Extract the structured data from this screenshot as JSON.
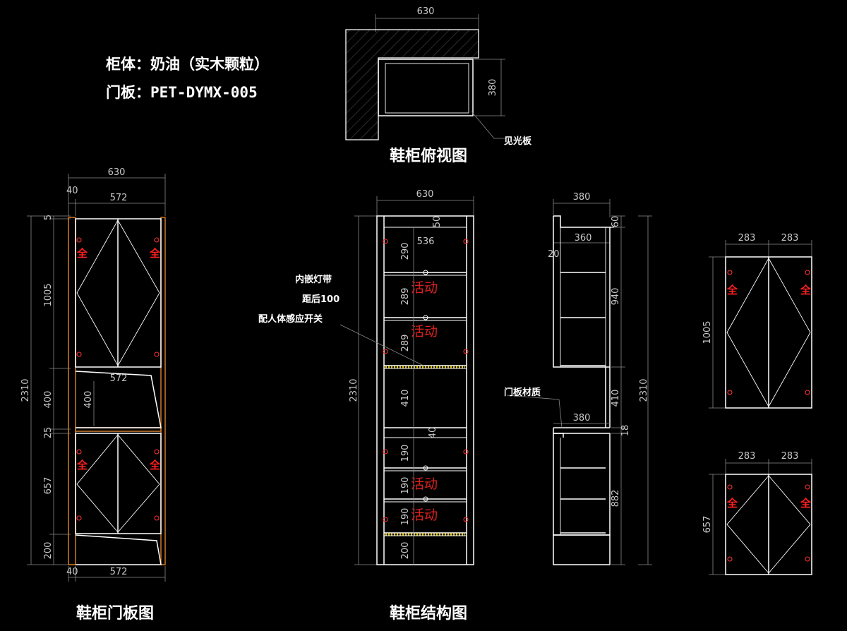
{
  "spec": {
    "body": "柜体：奶油（实木颗粒）",
    "door": "门板：PET-DYMX-005"
  },
  "titles": {
    "top_view": "鞋柜俯视图",
    "door_view": "鞋柜门板图",
    "structure_view": "鞋柜结构图"
  },
  "notes": {
    "visible_panel": "见光板",
    "light_line1": "内嵌灯带",
    "light_line2": "距后100",
    "light_line3": "配人体感应开关",
    "door_material": "门板材质"
  },
  "labels": {
    "full": "全",
    "movable": "活动"
  },
  "dims": {
    "top": {
      "width": "630",
      "depth": "380"
    },
    "door": {
      "width": "630",
      "side": "40",
      "inner": "572",
      "height": "2310",
      "v": [
        "5",
        "1005",
        "400",
        "25",
        "657",
        "200"
      ],
      "mid_inner": "572",
      "mid_v": "400",
      "bottom_side": "40",
      "bottom_inner": "572"
    },
    "structure": {
      "width": "630",
      "top_gap": "50",
      "inner": "536",
      "height": "2310",
      "v": [
        "290",
        "289",
        "289",
        "410",
        "40",
        "190",
        "190",
        "190",
        "200"
      ]
    },
    "side": {
      "width": "380",
      "inner": "360",
      "back": "20",
      "mid": "380",
      "right_v": [
        "60",
        "940",
        "410",
        "18",
        "882"
      ],
      "height": "2310"
    },
    "small_door1": {
      "w1": "283",
      "w2": "283",
      "h": "1005"
    },
    "small_door2": {
      "w1": "283",
      "w2": "283",
      "h": "657"
    }
  }
}
